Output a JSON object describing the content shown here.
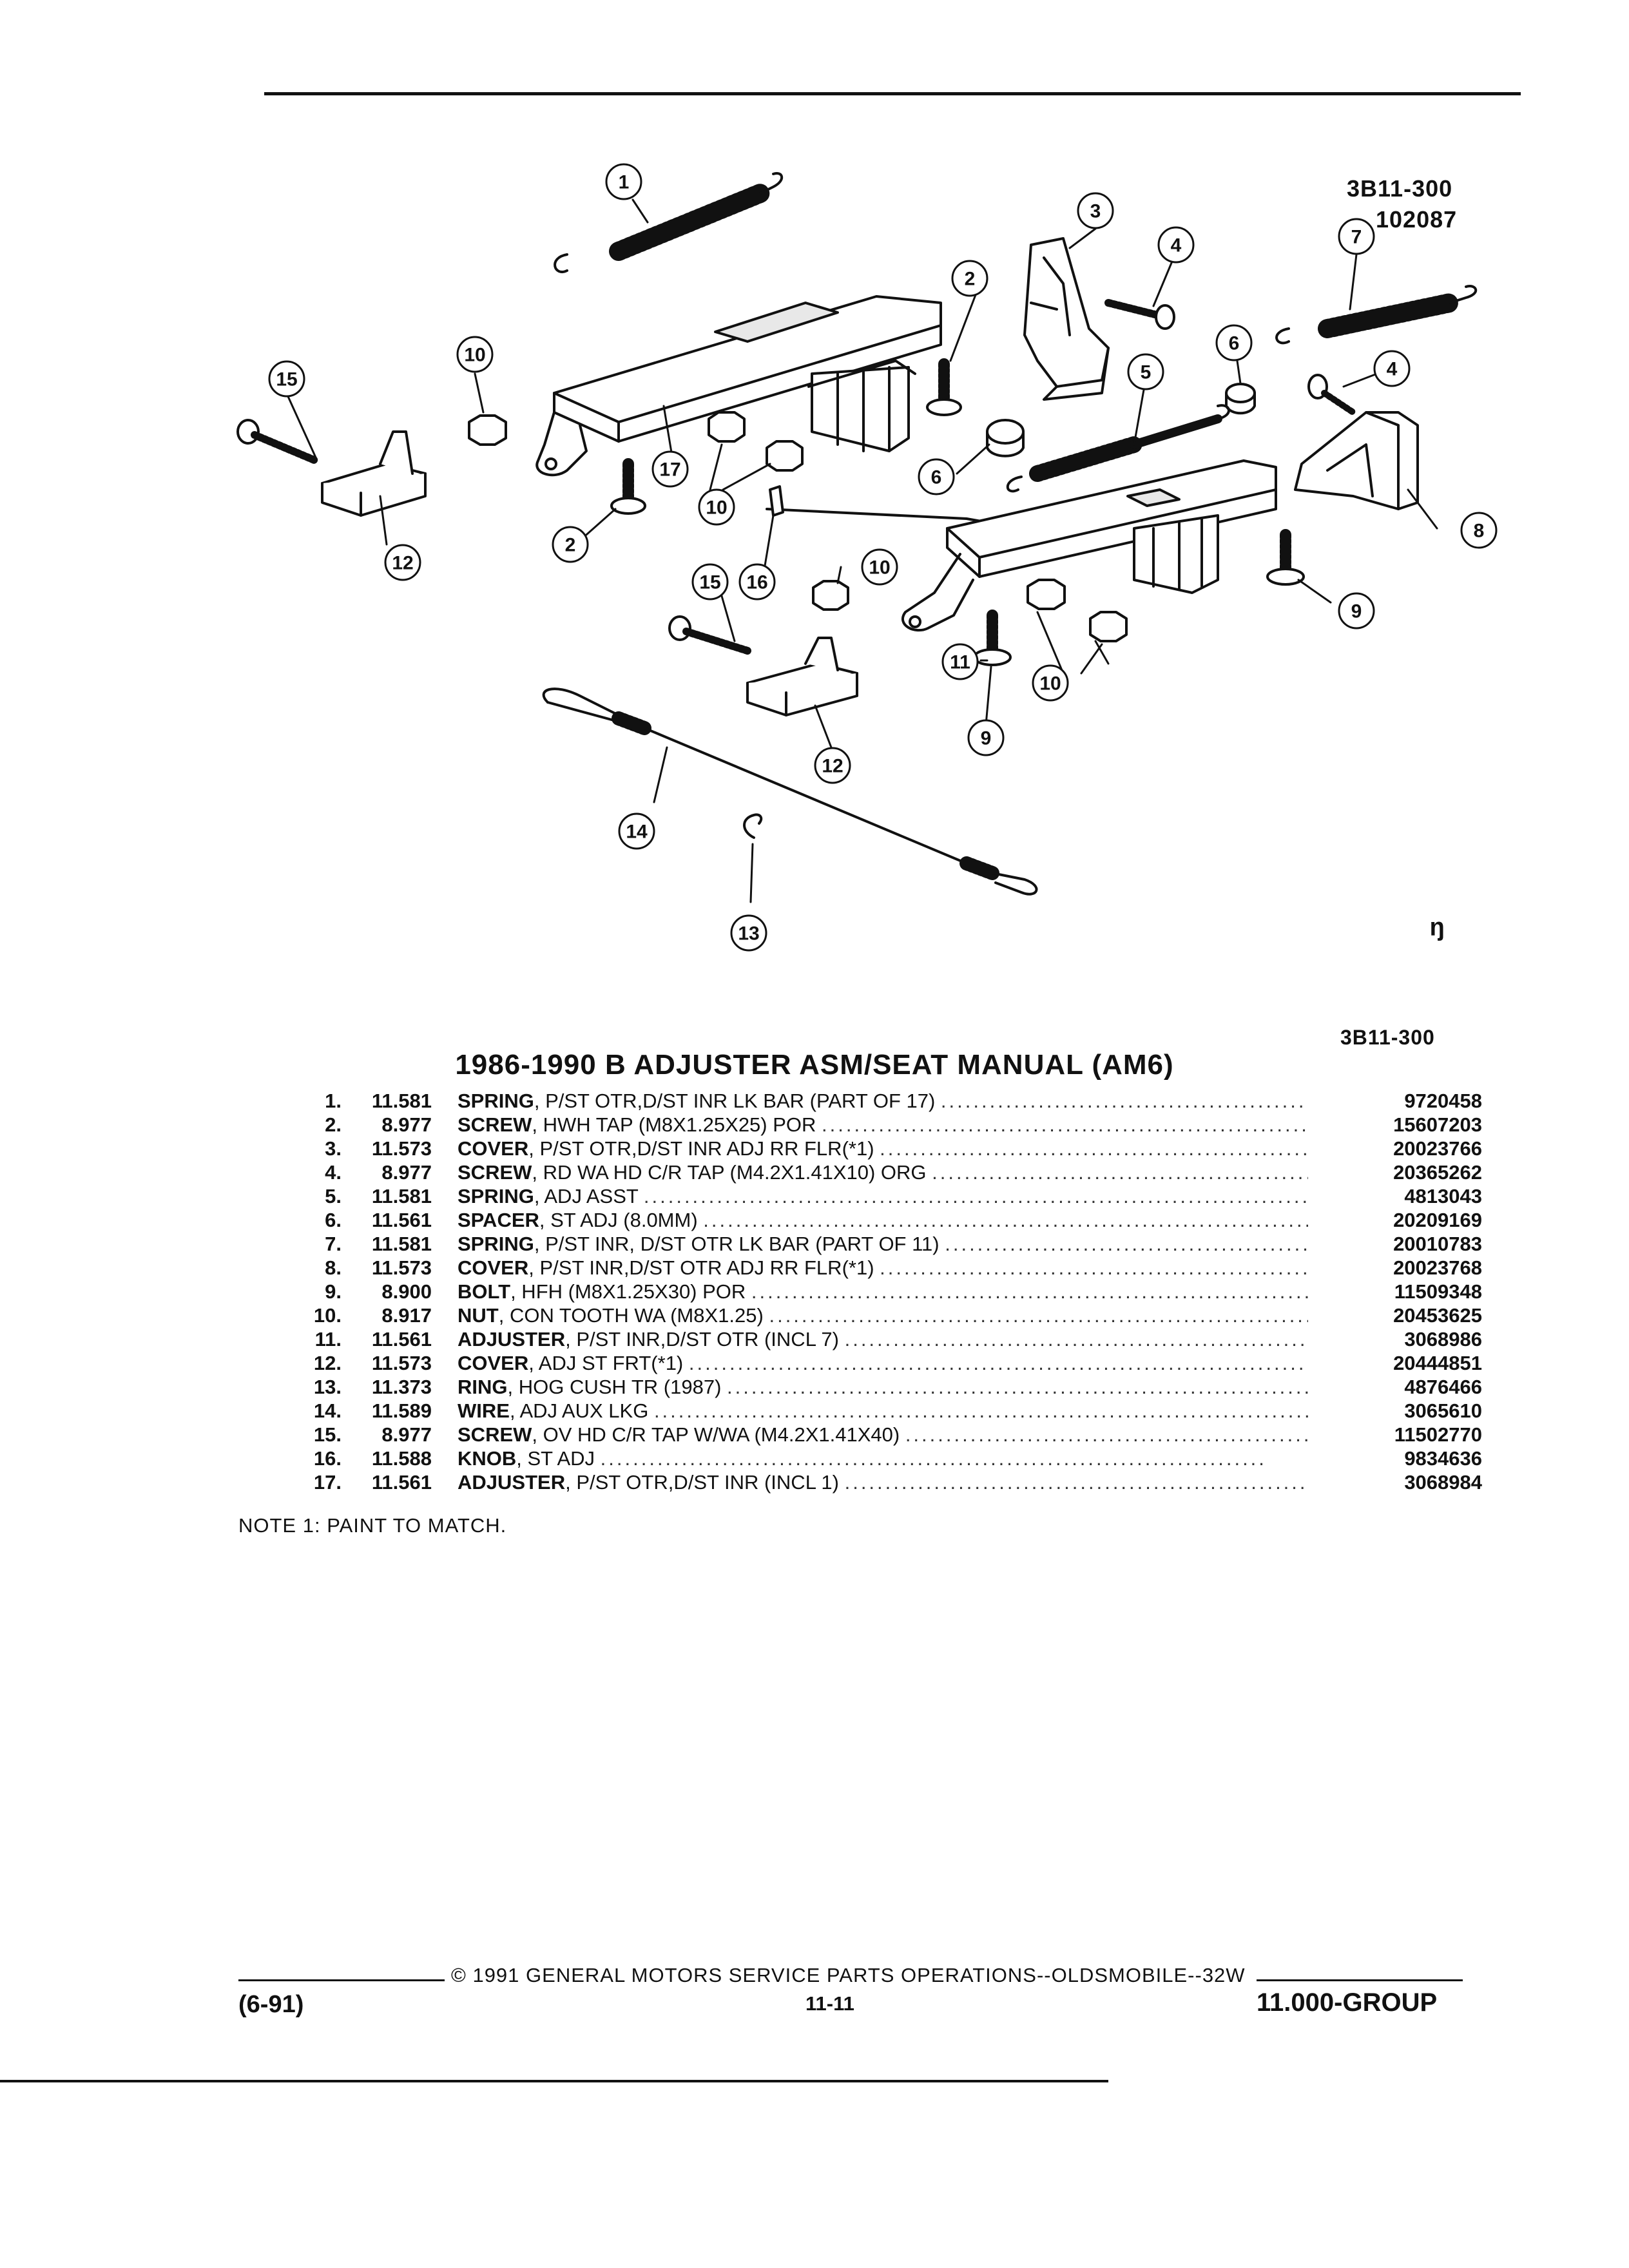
{
  "header": {
    "ref_code": "3B11-300",
    "ref_date": "102087"
  },
  "diagram": {
    "callouts": [
      "1",
      "2",
      "3",
      "4",
      "5",
      "6",
      "7",
      "8",
      "9",
      "10",
      "11",
      "12",
      "13",
      "14",
      "15",
      "16",
      "17"
    ],
    "corner_mark": "ᵑ"
  },
  "section": {
    "ref_code": "3B11-300",
    "title": "1986-1990 B ADJUSTER ASM/SEAT MANUAL (AM6)"
  },
  "parts": [
    {
      "num": "1.",
      "group": "11.581",
      "name": "SPRING",
      "desc": ", P/ST OTR,D/ST INR LK BAR (PART OF 17)",
      "part_no": "9720458"
    },
    {
      "num": "2.",
      "group": "8.977",
      "name": "SCREW",
      "desc": ", HWH TAP (M8X1.25X25) POR",
      "part_no": "15607203"
    },
    {
      "num": "3.",
      "group": "11.573",
      "name": "COVER",
      "desc": ", P/ST OTR,D/ST INR ADJ RR FLR(*1)",
      "part_no": "20023766"
    },
    {
      "num": "4.",
      "group": "8.977",
      "name": "SCREW",
      "desc": ", RD WA HD C/R TAP (M4.2X1.41X10) ORG",
      "part_no": "20365262"
    },
    {
      "num": "5.",
      "group": "11.581",
      "name": "SPRING",
      "desc": ", ADJ ASST",
      "part_no": "4813043"
    },
    {
      "num": "6.",
      "group": "11.561",
      "name": "SPACER",
      "desc": ", ST ADJ (8.0MM)",
      "part_no": "20209169"
    },
    {
      "num": "7.",
      "group": "11.581",
      "name": "SPRING",
      "desc": ", P/ST INR, D/ST OTR LK BAR (PART OF 11)",
      "part_no": "20010783"
    },
    {
      "num": "8.",
      "group": "11.573",
      "name": "COVER",
      "desc": ", P/ST INR,D/ST OTR ADJ RR FLR(*1)",
      "part_no": "20023768"
    },
    {
      "num": "9.",
      "group": "8.900",
      "name": "BOLT",
      "desc": ", HFH (M8X1.25X30) POR",
      "part_no": "11509348"
    },
    {
      "num": "10.",
      "group": "8.917",
      "name": "NUT",
      "desc": ", CON TOOTH WA (M8X1.25)",
      "part_no": "20453625"
    },
    {
      "num": "11.",
      "group": "11.561",
      "name": "ADJUSTER",
      "desc": ", P/ST INR,D/ST OTR (INCL 7)",
      "part_no": "3068986"
    },
    {
      "num": "12.",
      "group": "11.573",
      "name": "COVER",
      "desc": ", ADJ ST FRT(*1)",
      "part_no": "20444851"
    },
    {
      "num": "13.",
      "group": "11.373",
      "name": "RING",
      "desc": ", HOG CUSH TR (1987)",
      "part_no": "4876466"
    },
    {
      "num": "14.",
      "group": "11.589",
      "name": "WIRE",
      "desc": ", ADJ AUX LKG",
      "part_no": "3065610"
    },
    {
      "num": "15.",
      "group": "8.977",
      "name": "SCREW",
      "desc": ", OV HD C/R TAP W/WA (M4.2X1.41X40)",
      "part_no": "11502770"
    },
    {
      "num": "16.",
      "group": "11.588",
      "name": "KNOB",
      "desc": ", ST ADJ",
      "part_no": "9834636"
    },
    {
      "num": "17.",
      "group": "11.561",
      "name": "ADJUSTER",
      "desc": ", P/ST OTR,D/ST INR (INCL 1)",
      "part_no": "3068984"
    }
  ],
  "note": "NOTE  1:  PAINT TO MATCH.",
  "footer": {
    "date_code": "(6-91)",
    "copyright": "©  1991  GENERAL MOTORS SERVICE PARTS OPERATIONS--OLDSMOBILE--32W",
    "page": "11-11",
    "group": "11.000-GROUP"
  }
}
